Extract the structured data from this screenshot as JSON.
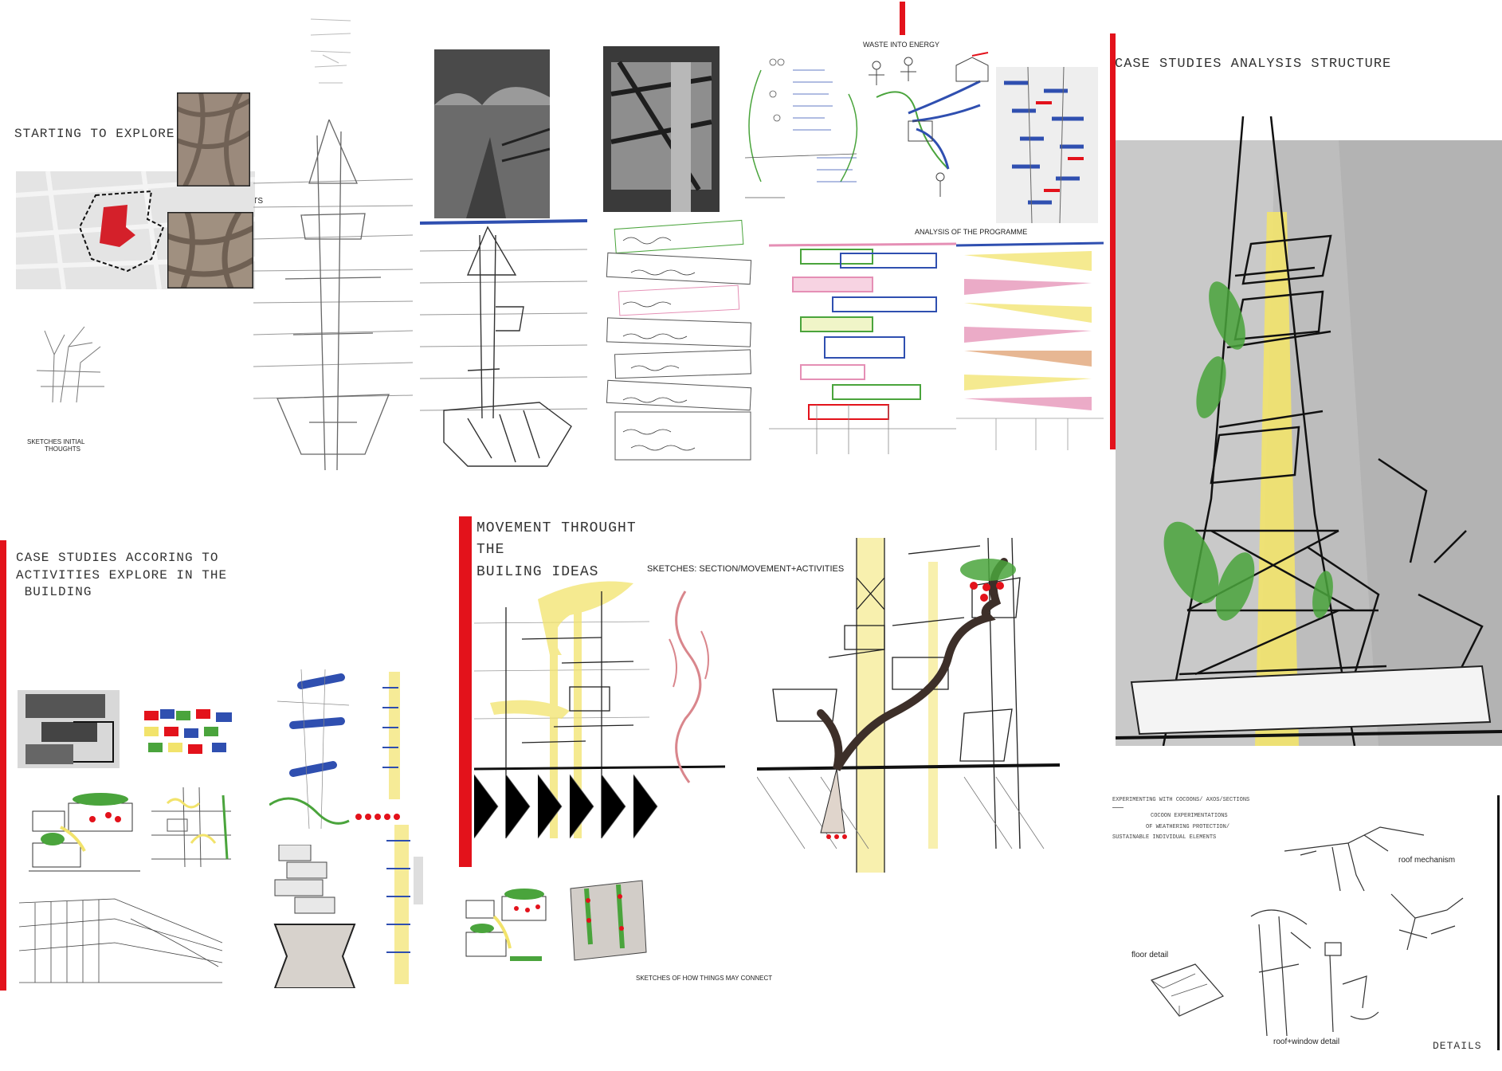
{
  "titles": {
    "starting_to_explore": "STARTING TO EXPLORE",
    "case_studies_structure": "CASE STUDIES ANALYSIS STRUCTURE",
    "case_studies_activities": "CASE STUDIES ACCORING TO\nACTIVITIES EXPLORE IN THE\n BUILDING",
    "movement": "MOVEMENT THROUGHT\nTHE\nBUILING IDEAS",
    "details": "DETAILS"
  },
  "captions": {
    "tree_roots": "TREE ROOTS",
    "sketches_initial": "SKETCHES INITIAL\n          THOUGHTS",
    "waste_into_energy": "WASTE INTO ENERGY",
    "analysis_programme": "ANALYSIS OF THE PROGRAMME",
    "sketches_section": "SKETCHES: SECTION/MOVEMENT+ACTIVITIES",
    "sketches_connect": "SKETCHES OF HOW THINGS MAY CONNECT",
    "roof_mechanism": "roof mechanism",
    "floor_detail": "floor detail",
    "roof_window_detail": "roof+window detail"
  },
  "experiment_notes": {
    "line1": "EXPERIMENTING WITH COCOONS/ AXOS/SECTIONS",
    "line2": "COCOON EXPERIMENTATIONS",
    "line3": "OF WEATHERING PROTECTION/",
    "line4": "SUSTAINABLE INDIVIDUAL ELEMENTS"
  },
  "colors": {
    "accent_red": "#e3121b",
    "sketch_yellow": "#f2e36b",
    "sketch_green": "#4aa43c",
    "sketch_blue": "#2f4fb0",
    "sketch_pink": "#e58fb5",
    "background": "#ffffff"
  }
}
